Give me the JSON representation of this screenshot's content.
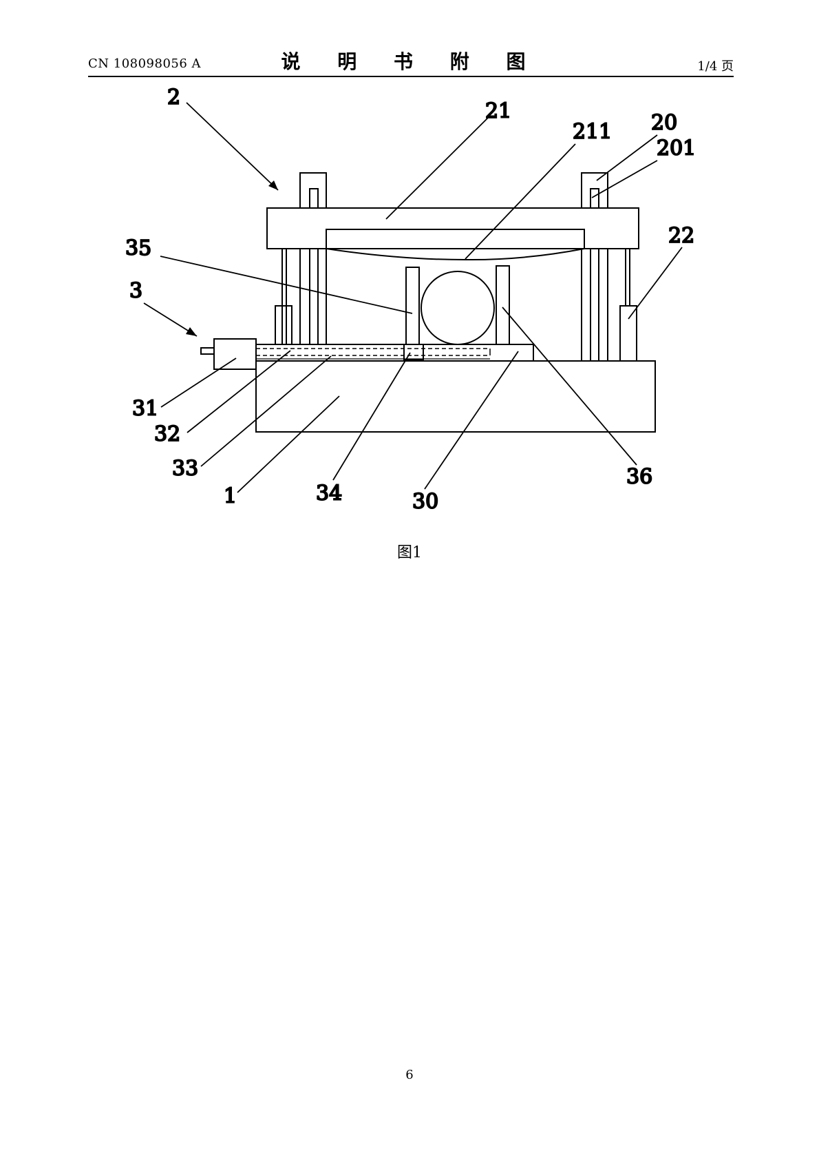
{
  "header": {
    "publication_number": "CN 108098056 A",
    "title": "说 明 书 附 图",
    "page_indicator": "1/4 页"
  },
  "figure": {
    "caption": "图1",
    "reference_labels": [
      {
        "id": "2",
        "text": "2"
      },
      {
        "id": "21",
        "text": "21"
      },
      {
        "id": "211",
        "text": "211"
      },
      {
        "id": "20",
        "text": "20"
      },
      {
        "id": "201",
        "text": "201"
      },
      {
        "id": "35",
        "text": "35"
      },
      {
        "id": "22",
        "text": "22"
      },
      {
        "id": "3",
        "text": "3"
      },
      {
        "id": "31",
        "text": "31"
      },
      {
        "id": "32",
        "text": "32"
      },
      {
        "id": "33",
        "text": "33"
      },
      {
        "id": "1",
        "text": "1"
      },
      {
        "id": "34",
        "text": "34"
      },
      {
        "id": "30",
        "text": "30"
      },
      {
        "id": "36",
        "text": "36"
      }
    ]
  },
  "footer": {
    "page_number": "6"
  }
}
